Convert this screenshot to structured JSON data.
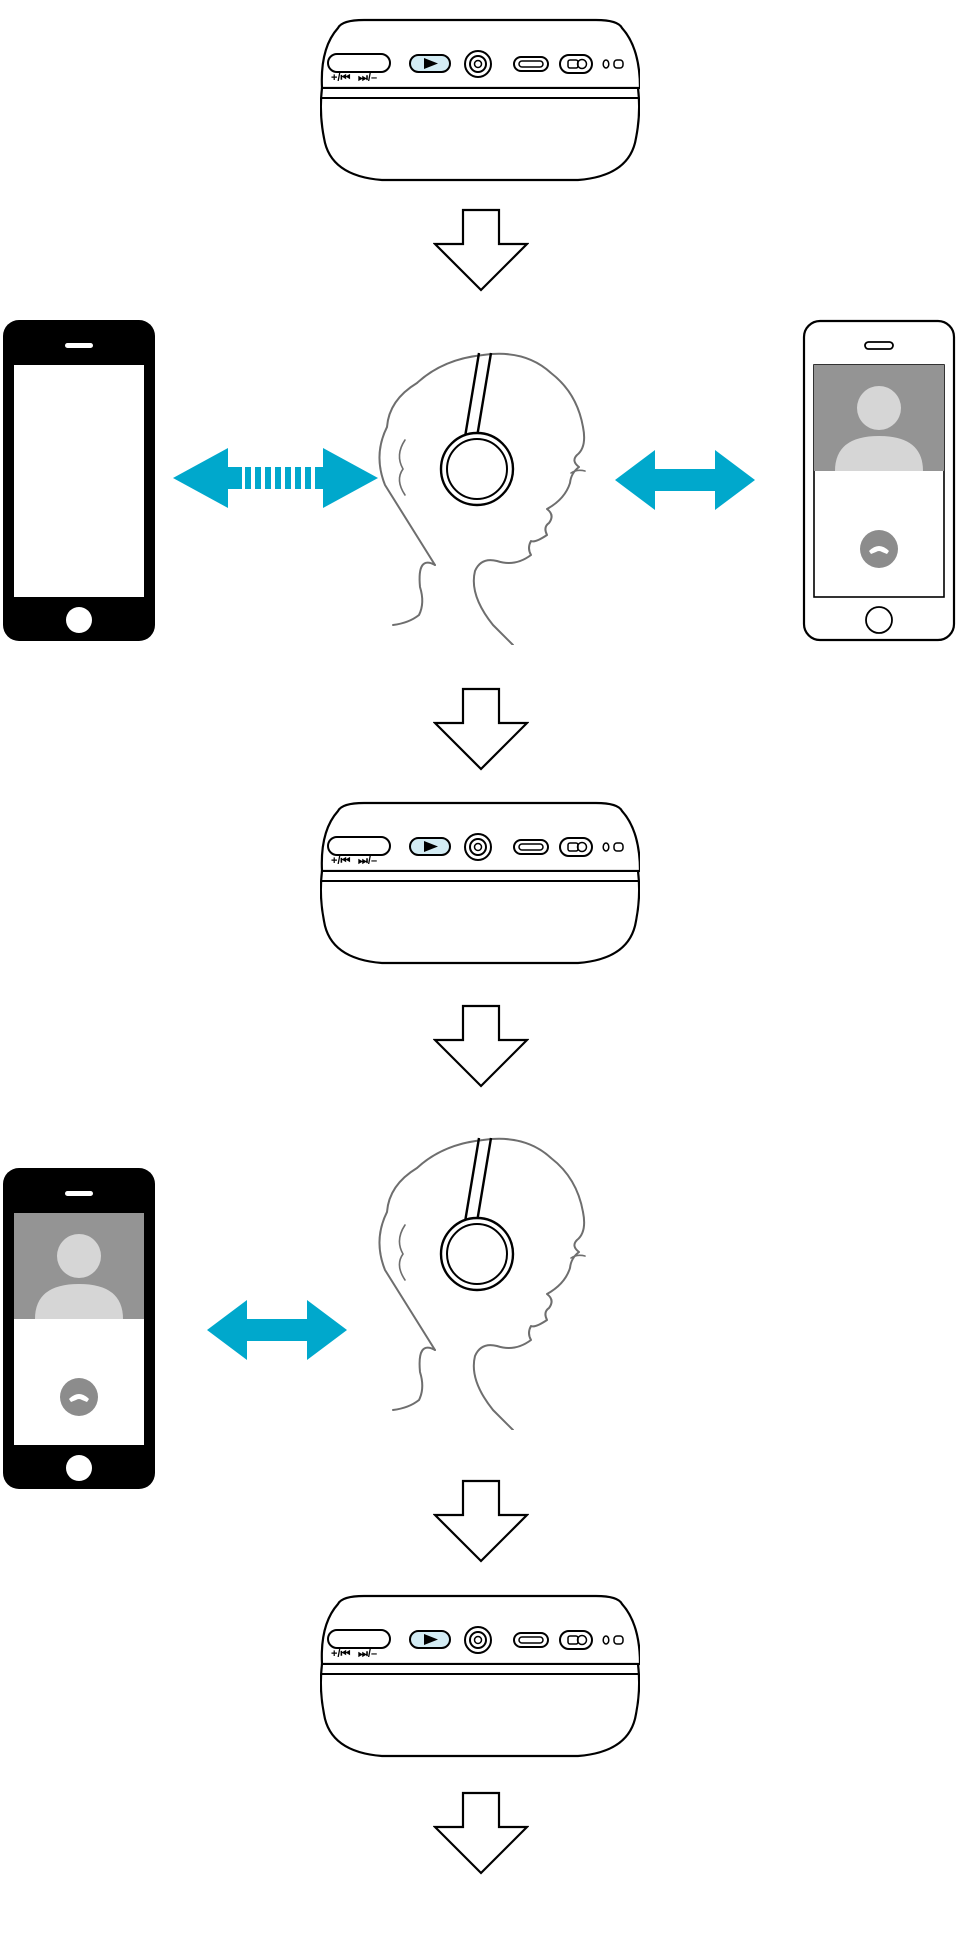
{
  "colors": {
    "accent": "#00a8cc",
    "play_button_fill": "#d3ecf4",
    "caller_panel": "#949494",
    "caller_silhouette": "#d6d6d6",
    "end_call": "#8c8c8c",
    "outline": "#000000",
    "head_stroke": "#6e6e6e"
  },
  "icons": {
    "arrow_down": "arrow-down-icon",
    "play": "play-icon",
    "power": "power-icon",
    "phone_end_call": "phone-end-call-icon",
    "caller_avatar": "person-icon"
  },
  "device_buttons": {
    "volume_prev_label": "+/⏮",
    "volume_next_label": "⏭/–"
  },
  "diagram": {
    "steps": [
      {
        "kind": "headphone-buttons"
      },
      {
        "kind": "arrow"
      },
      {
        "kind": "connection",
        "left": "phone-blank",
        "left_link": "dashed",
        "right": "phone-call",
        "right_link": "solid"
      },
      {
        "kind": "arrow"
      },
      {
        "kind": "headphone-buttons"
      },
      {
        "kind": "arrow"
      },
      {
        "kind": "connection",
        "left": "phone-call",
        "left_link": "solid"
      },
      {
        "kind": "arrow"
      },
      {
        "kind": "headphone-buttons"
      },
      {
        "kind": "arrow"
      }
    ]
  }
}
